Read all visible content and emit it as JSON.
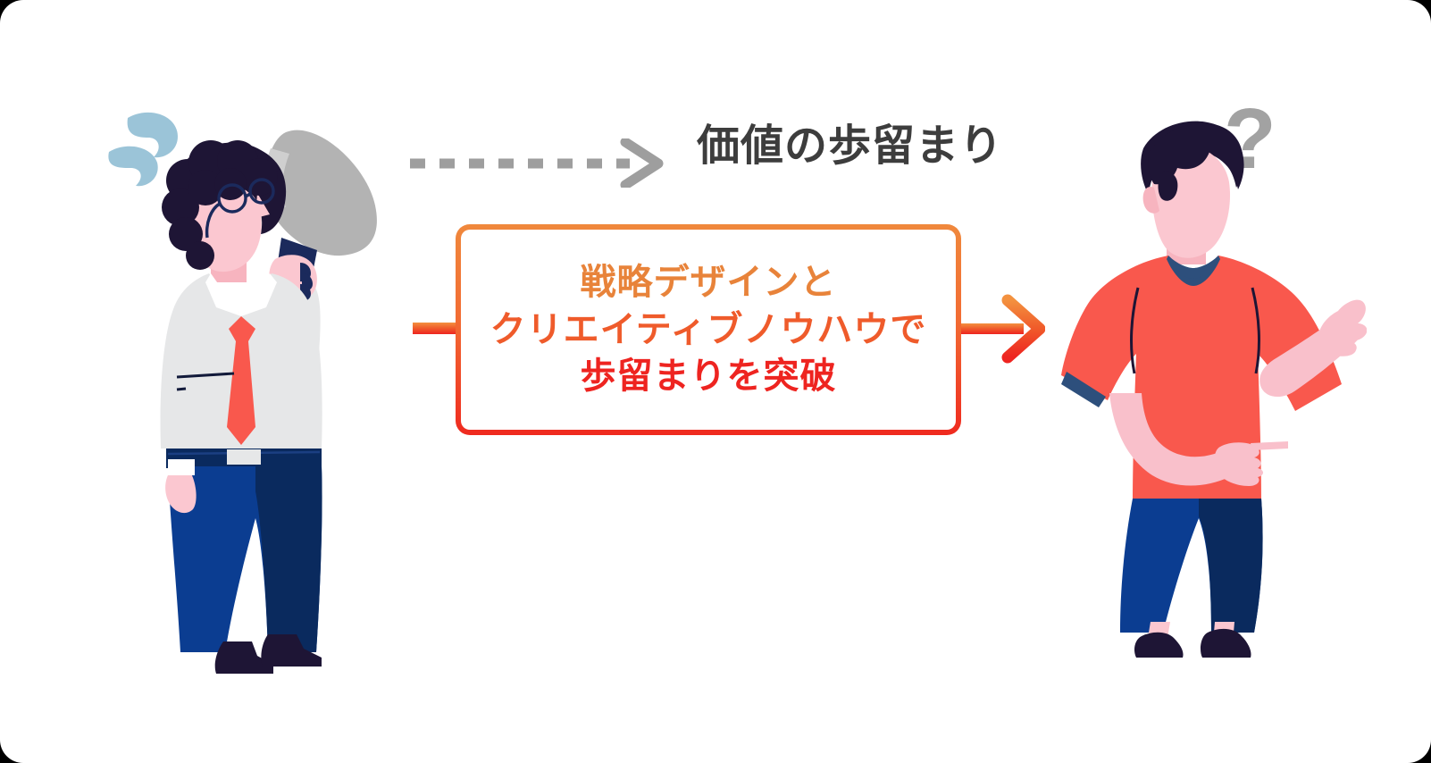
{
  "card": {
    "background_color": "#ffffff",
    "corner_radius": "26px"
  },
  "top_flow": {
    "arrow_icon": "dashed-right-arrow",
    "arrow_color": "#9e9e9e",
    "label": "価値の歩留まり",
    "label_color": "#3d3d3d"
  },
  "callout": {
    "lines": [
      "戦略デザインと",
      "クリエイティブノウハウで",
      "歩留まりを突破"
    ],
    "line_colors": [
      "#e8833a",
      "#ef5b2b",
      "#ee2420"
    ],
    "border_gradient_from": "#f0883c",
    "border_gradient_to": "#ef2a1f",
    "left_connector_icon": "gradient-line-segment",
    "right_connector_icon": "gradient-right-arrow"
  },
  "illustrations": {
    "left_person": {
      "name": "businessman-with-megaphone",
      "shirt_color": "#e6e7e8",
      "tie_color": "#f9584d",
      "trousers_color": "#0b3d91",
      "trousers_shadow_color": "#0a2a5e",
      "hair_color": "#1e1535",
      "skin_color": "#fbc7d0",
      "shoe_color": "#1e1535",
      "megaphone_color": "#b3b3b3",
      "megaphone_mouth_color": "#e0e0e0",
      "sweat_drop_color": "#9bc4d8",
      "glasses_color": "#1b2a5c"
    },
    "right_person": {
      "name": "confused-man-pointing",
      "tshirt_color": "#f9584d",
      "collar_color": "#2d4f7c",
      "jeans_color": "#0b3d91",
      "jeans_shadow_color": "#0a2a5e",
      "hair_color": "#1e1535",
      "skin_color": "#fbc7d0",
      "shoe_color": "#1e1535",
      "question_mark": "?",
      "question_mark_color": "#a2a2a2"
    }
  }
}
